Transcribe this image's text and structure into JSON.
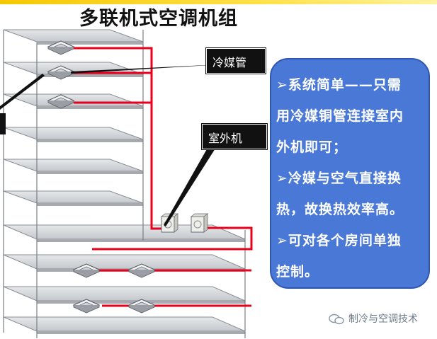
{
  "title": "多联机式空调机组",
  "callouts": {
    "refrigerant_pipe": "冷媒管",
    "outdoor_unit": "室外机"
  },
  "info_box": {
    "lines": [
      "➢系统简单——只需",
      "用冷媒铜管连接室内",
      "外机即可；",
      "➢冷媒与空气直接换",
      "热，故换热效率高。",
      "➢可对各个房间单独",
      "控制。"
    ]
  },
  "watermark": "制冷与空调技术",
  "colors": {
    "pipe": "#e8001c",
    "box_fill": "#4a78d6",
    "box_text": "#ffffff",
    "callout_bg": "#111111"
  }
}
